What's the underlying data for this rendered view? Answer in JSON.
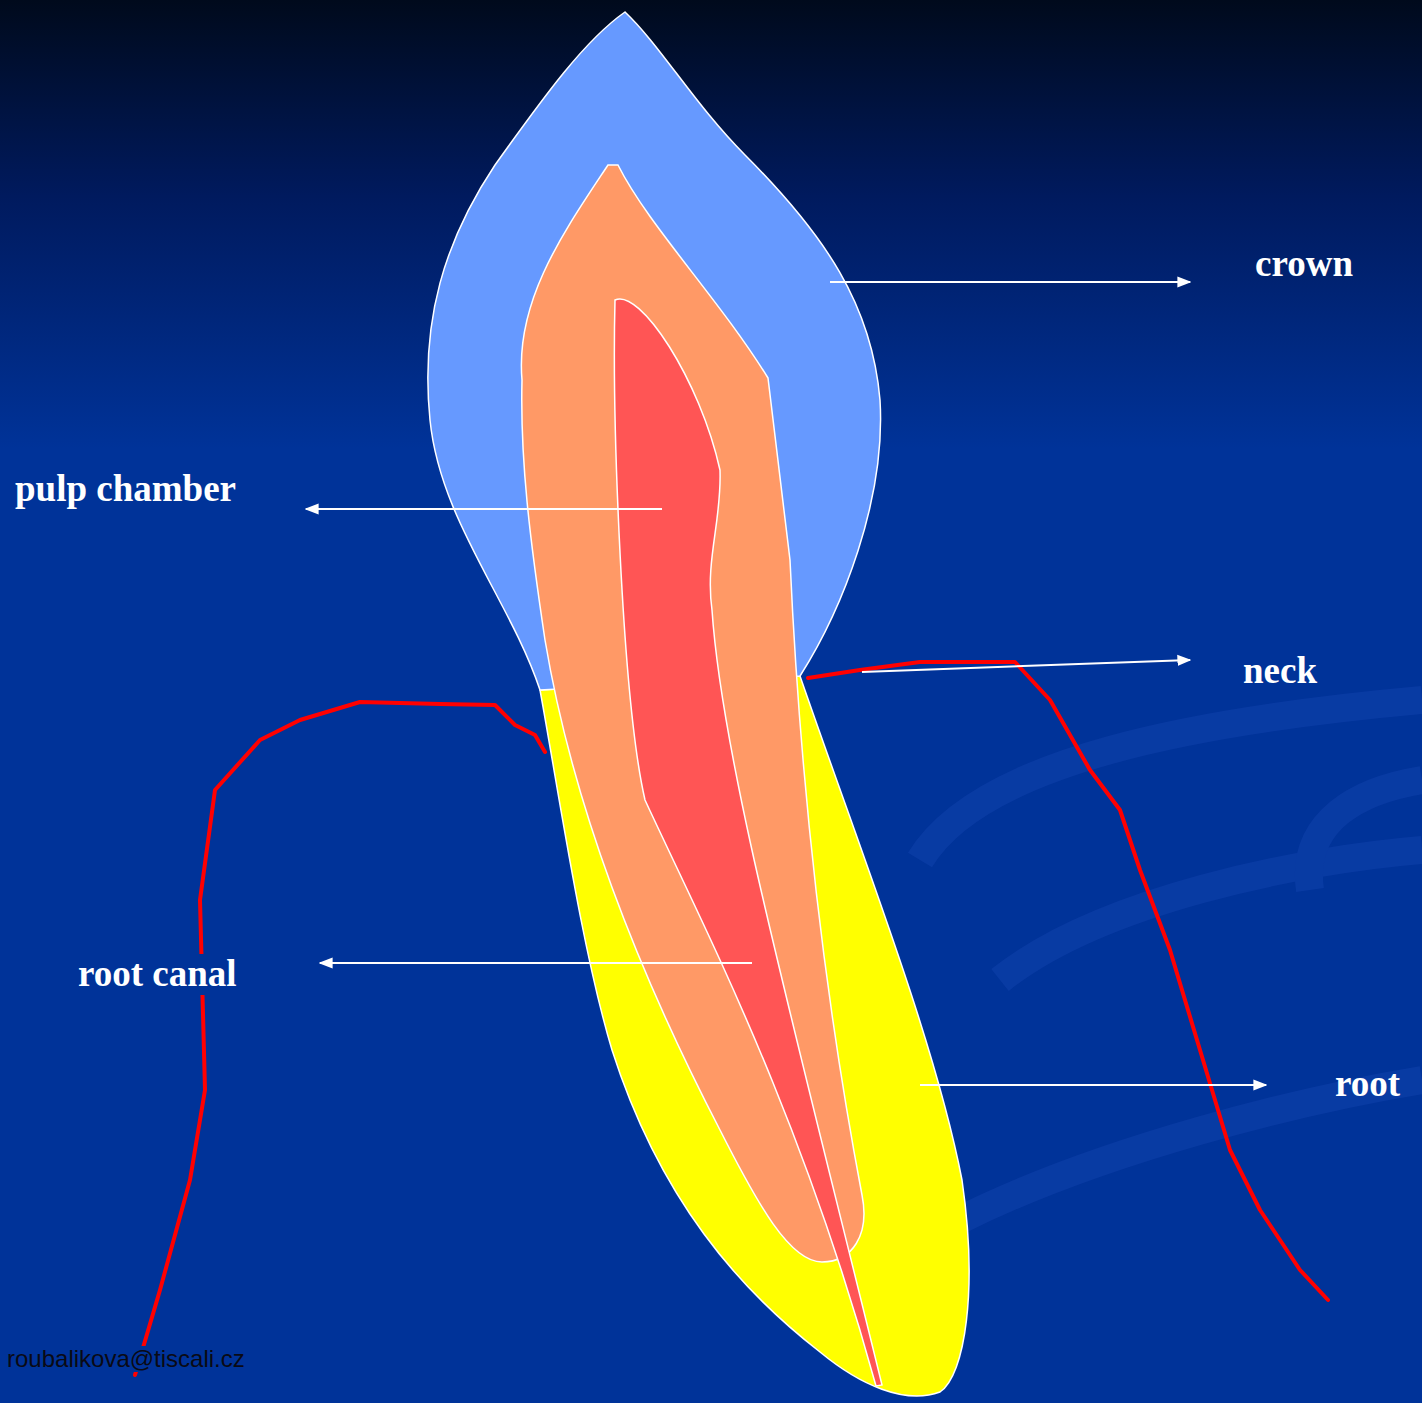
{
  "diagram": {
    "labels": [
      "crown",
      "pulp chamber",
      "neck",
      "root canal",
      "root",
      "roubalikova@tiscali.cz"
    ]
  }
}
